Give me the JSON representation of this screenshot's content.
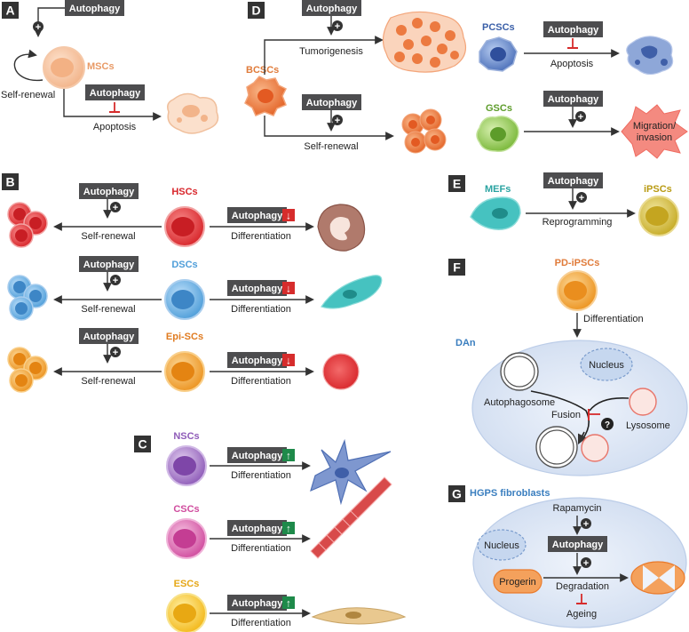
{
  "panels": {
    "A": {
      "letter": "A",
      "autophagy_top": "Autophagy",
      "cell": "MSCs",
      "self_renewal": "Self-renewal",
      "autophagy_inhibit": "Autophagy",
      "apoptosis": "Apoptosis"
    },
    "B": {
      "letter": "B",
      "rows": [
        {
          "autophagy": "Autophagy",
          "cell": "HSCs",
          "self_renewal": "Self-renewal",
          "diff_autophagy": "Autophagy",
          "differentiation": "Differentiation",
          "arrow": "↓"
        },
        {
          "autophagy": "Autophagy",
          "cell": "DSCs",
          "self_renewal": "Self-renewal",
          "diff_autophagy": "Autophagy",
          "differentiation": "Differentiation",
          "arrow": "↓"
        },
        {
          "autophagy": "Autophagy",
          "cell": "Epi-SCs",
          "self_renewal": "Self-renewal",
          "diff_autophagy": "Autophagy",
          "differentiation": "Differentiation",
          "arrow": "↓"
        }
      ]
    },
    "C": {
      "letter": "C",
      "rows": [
        {
          "cell": "NSCs",
          "autophagy": "Autophagy",
          "differentiation": "Differentiation",
          "arrow": "↑"
        },
        {
          "cell": "CSCs",
          "autophagy": "Autophagy",
          "differentiation": "Differentiation",
          "arrow": "↑"
        },
        {
          "cell": "ESCs",
          "autophagy": "Autophagy",
          "differentiation": "Differentiation",
          "arrow": "↑"
        }
      ]
    },
    "D": {
      "letter": "D",
      "bcscs": "BCSCs",
      "autophagy_1": "Autophagy",
      "tumorigenesis": "Tumorigenesis",
      "autophagy_2": "Autophagy",
      "self_renewal": "Self-renewal",
      "pcscs": "PCSCs",
      "autophagy_3": "Autophagy",
      "apoptosis": "Apoptosis",
      "gscs": "GSCs",
      "autophagy_4": "Autophagy",
      "migration_1": "Migration/",
      "migration_2": "invasion"
    },
    "E": {
      "letter": "E",
      "mefs": "MEFs",
      "autophagy": "Autophagy",
      "reprogramming": "Reprogramming",
      "ipscs": "iPSCs"
    },
    "F": {
      "letter": "F",
      "pd_ipscs": "PD-iPSCs",
      "differentiation": "Differentiation",
      "dan": "DAn",
      "nucleus": "Nucleus",
      "autophagosome": "Autophagosome",
      "fusion": "Fusion",
      "question": "?",
      "lysosome": "Lysosome"
    },
    "G": {
      "letter": "G",
      "title": "HGPS fibroblasts",
      "rapamycin": "Rapamycin",
      "nucleus": "Nucleus",
      "autophagy": "Autophagy",
      "progerin": "Progerin",
      "degradation": "Degradation",
      "ageing": "Ageing"
    }
  },
  "colors": {
    "label_box": "#4d4d4f",
    "arrow": "#333333",
    "inhibit": "#d62c2c",
    "down_badge": "#d62c2c",
    "up_badge": "#1e8a4a",
    "msc": "#f2b48a",
    "hsc": "#e0393c",
    "dsc": "#4f9ed9",
    "epi": "#f0a030",
    "nsc": "#9a6bbf",
    "csc": "#d95fa8",
    "esc": "#f5c52a",
    "bcsc": "#ea7a3c",
    "pcsc": "#5a7fc5",
    "gsc": "#8cc63f",
    "mef": "#46c2c0",
    "ipsc": "#d7be3a",
    "pd": "#f0a030",
    "lilac_bg": "#dde7f5",
    "title_blue": "#3a7ebf",
    "title_orange": "#e07b3a"
  }
}
